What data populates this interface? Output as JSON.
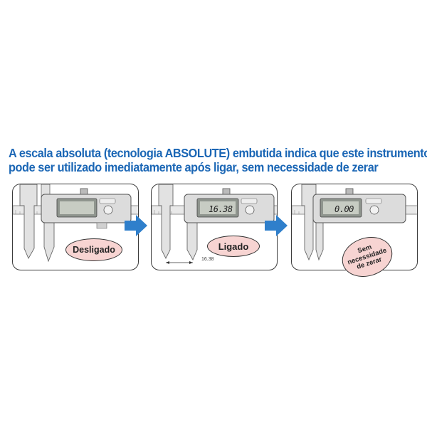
{
  "headline": {
    "line1": "A escala absoluta (tecnologia ABSOLUTE) embutida indica que este instrumento",
    "line2": "pode ser utilizado imediatamente após ligar, sem necessidade de zerar"
  },
  "panels": [
    {
      "badge": "Desligado",
      "display": ""
    },
    {
      "badge": "Ligado",
      "display": "16.38",
      "measure": "16.38"
    },
    {
      "badge_lines": [
        "Sem",
        "necessidade",
        "de zerar"
      ],
      "display": "0.00"
    }
  ],
  "colors": {
    "headline": "#1a66b5",
    "arrow": "#2f7fcb",
    "badge_fill": "#f7d4d2",
    "lcd": "#c7ccc3"
  },
  "icons": [
    "caliper-illustration",
    "right-arrow-icon"
  ]
}
